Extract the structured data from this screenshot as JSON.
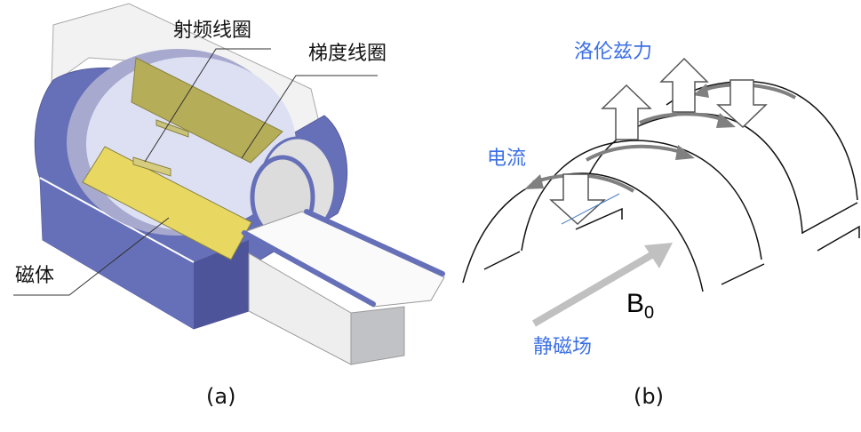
{
  "panel_a": {
    "caption": "(a)",
    "labels": {
      "rf_coil": "射频线圈",
      "gradient_coil": "梯度线圈",
      "magnet": "磁体"
    }
  },
  "panel_b": {
    "caption": "(b)",
    "labels": {
      "lorentz_force": "洛伦兹力",
      "current": "电流",
      "b0_symbol": "B",
      "b0_subscript": "0",
      "static_field": "静磁场"
    }
  },
  "colors": {
    "magnet_blue": "#6670b8",
    "coil_yellow": "#e8d862",
    "coil_olive": "#b5ad58",
    "label_blue": "#3b6fe6",
    "arrow_gray": "#808080"
  }
}
